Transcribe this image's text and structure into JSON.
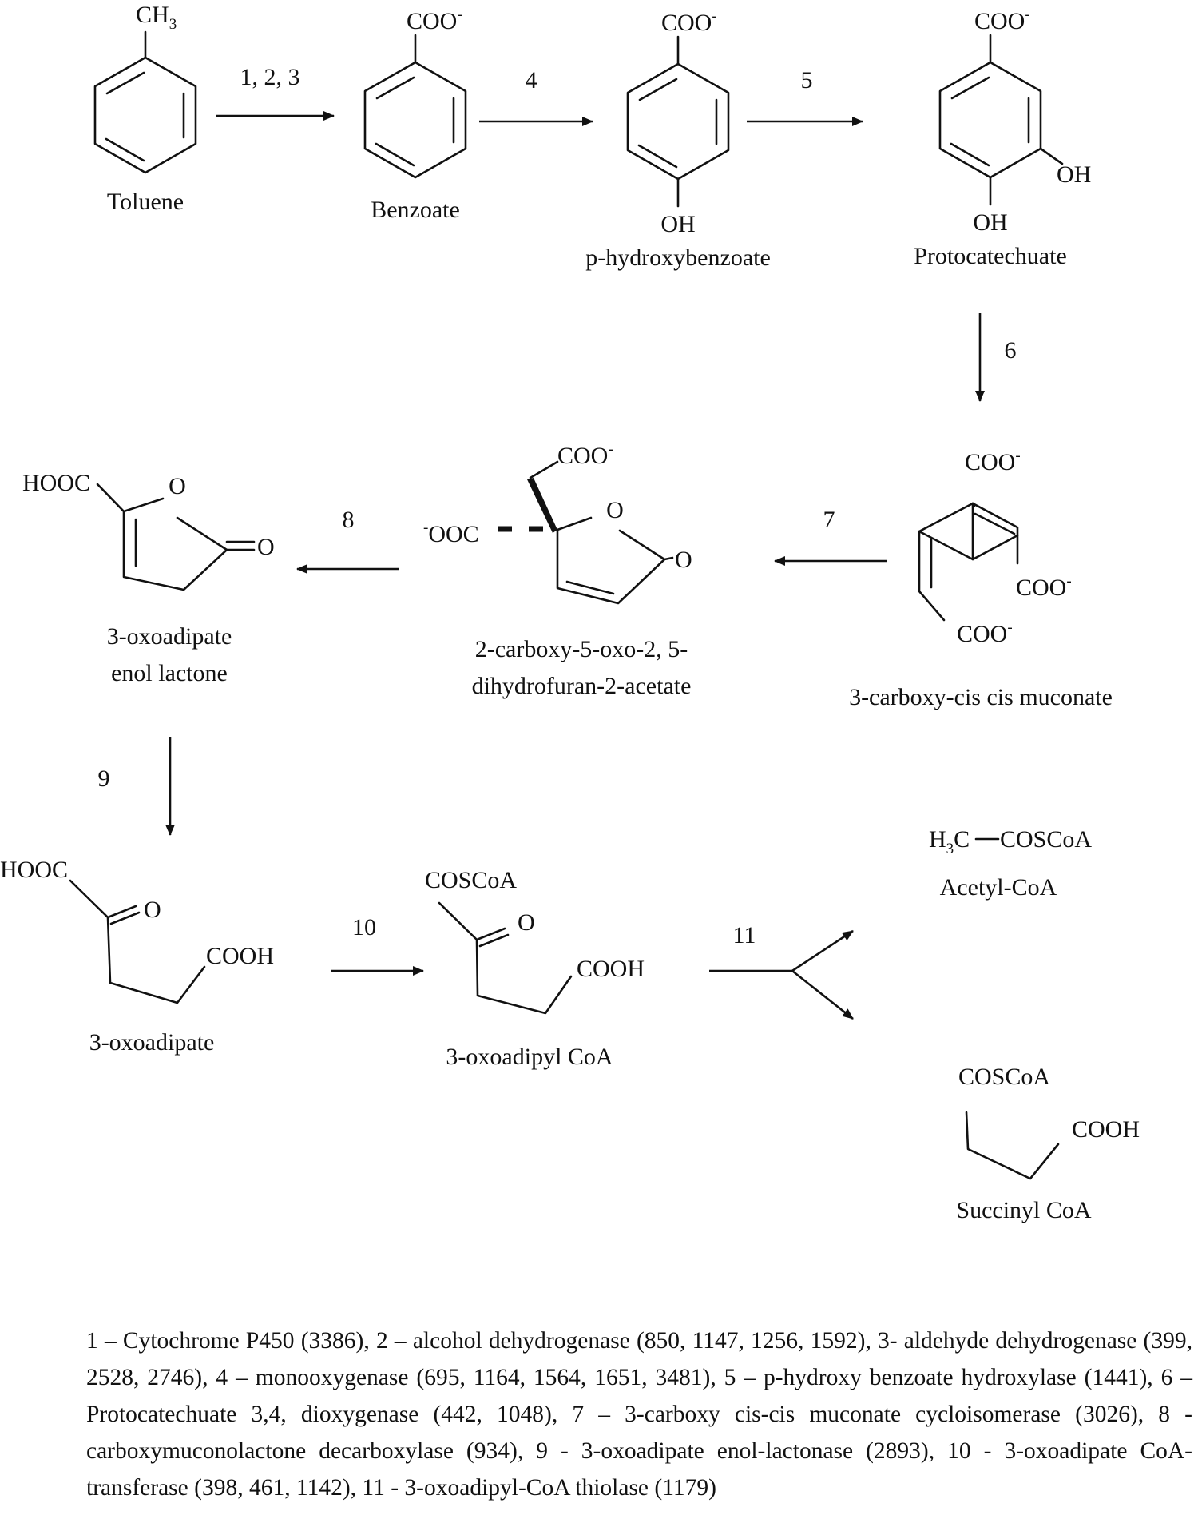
{
  "compounds": {
    "toluene": {
      "name": "Toluene",
      "ch3": "CH",
      "ch3_sub": "3"
    },
    "benzoate": {
      "name": "Benzoate",
      "coo": "COO",
      "charge": "-"
    },
    "p_hydroxybenzoate": {
      "name": "p-hydroxybenzoate",
      "coo": "COO",
      "charge": "-",
      "oh": "OH"
    },
    "protocatechuate": {
      "name": "Protocatechuate",
      "coo": "COO",
      "charge": "-",
      "oh_meta": "OH",
      "oh_para": "OH"
    },
    "carboxy_muconate": {
      "name": "3-carboxy-cis cis muconate",
      "coo_top": "COO",
      "coo_right": "COO",
      "coo_bottom": "COO",
      "charge": "-"
    },
    "dihydrofuran": {
      "name_line1": "2-carboxy-5-oxo-2, 5-",
      "name_line2": "dihydrofuran-2-acetate",
      "coo_top": "COO",
      "ooc_left": "OOC",
      "charge": "-",
      "ring_o": "O",
      "carbonyl_o": "O"
    },
    "enol_lactone": {
      "name_line1": "3-oxoadipate",
      "name_line2": "enol lactone",
      "hooc": "HOOC",
      "ring_o": "O",
      "carbonyl_o": "O"
    },
    "oxoadipate": {
      "name": "3-oxoadipate",
      "hooc": "HOOC",
      "o": "O",
      "cooh": "COOH"
    },
    "oxoadipyl_coa": {
      "name": "3-oxoadipyl CoA",
      "coscoa": "COSCoA",
      "o": "O",
      "cooh": "COOH"
    },
    "acetyl_coa": {
      "name": "Acetyl-CoA",
      "h": "H",
      "h_sub": "3",
      "c_group": "C",
      "coscoa": "COSCoA"
    },
    "succinyl_coa": {
      "name": "Succinyl CoA",
      "coscoa": "COSCoA",
      "cooh": "COOH"
    }
  },
  "steps": {
    "s123": "1, 2, 3",
    "s4": "4",
    "s5": "5",
    "s6": "6",
    "s7": "7",
    "s8": "8",
    "s9": "9",
    "s10": "10",
    "s11": "11"
  },
  "legend": "1 – Cytochrome P450 (3386), 2 – alcohol dehydrogenase (850, 1147, 1256, 1592), 3- aldehyde dehydrogenase (399, 2528, 2746), 4 – monooxygenase (695, 1164, 1564, 1651, 3481), 5 – p-hydroxy benzoate hydroxylase (1441), 6 – Protocatechuate 3,4, dioxygenase (442, 1048), 7 – 3-carboxy cis-cis muconate cycloisomerase (3026), 8 - carboxymuconolactone decarboxylase (934), 9 - 3-oxoadipate enol-lactonase (2893), 10 - 3-oxoadipate CoA-transferase (398, 461, 1142), 11 - 3-oxoadipyl-CoA thiolase (1179)"
}
